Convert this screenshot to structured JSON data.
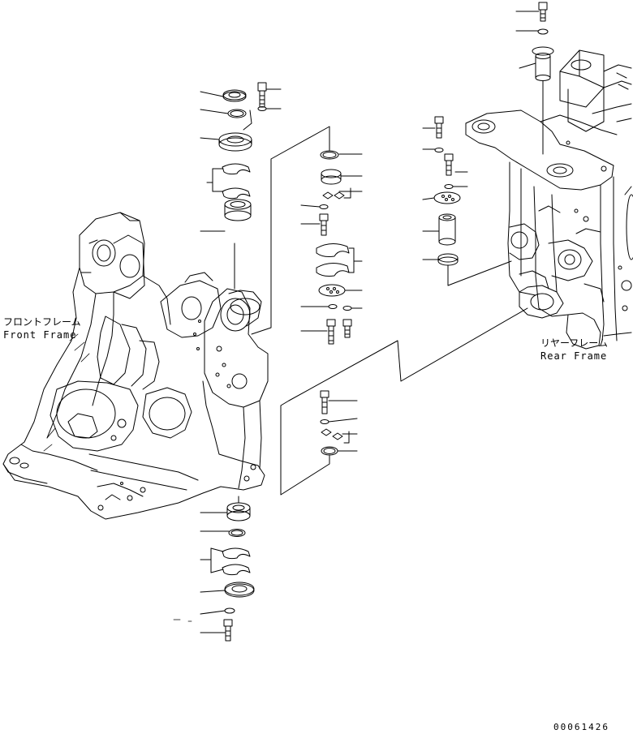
{
  "labels": {
    "front_frame_jp": "フロントフレーム",
    "front_frame_en": "Front Frame",
    "rear_frame_jp": "リヤーフレーム",
    "rear_frame_en": "Rear Frame",
    "drawing_number": "00061426"
  }
}
